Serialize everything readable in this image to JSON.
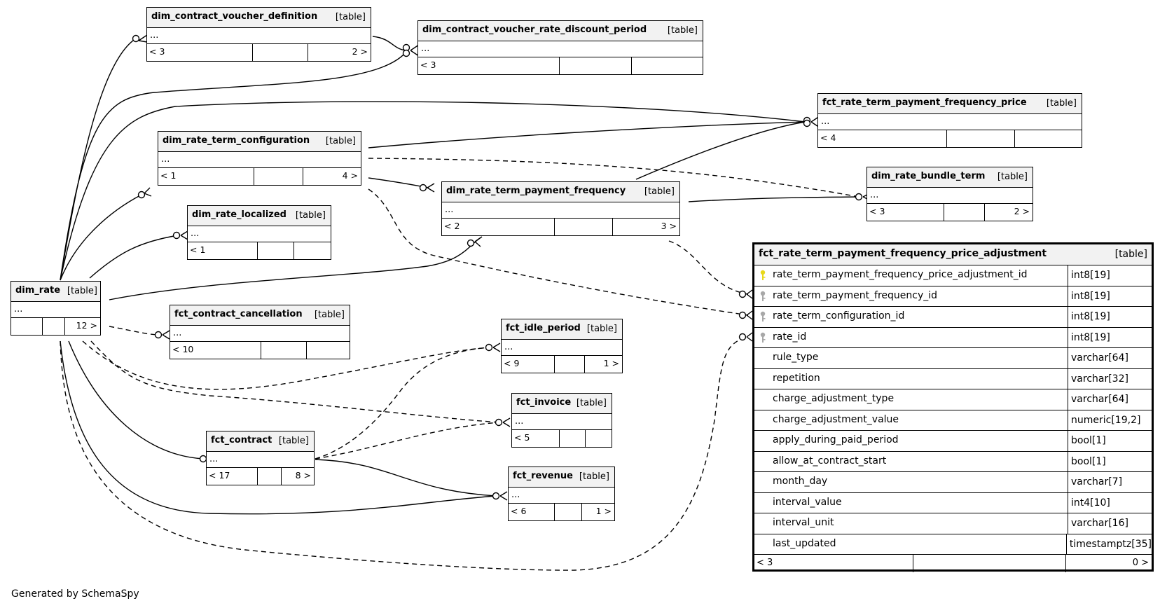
{
  "tables": {
    "dim_contract_voucher_definition": {
      "name": "dim_contract_voucher_definition",
      "kind": "[table]",
      "dots": "...",
      "parents": "< 3",
      "children": "2 >"
    },
    "dim_contract_voucher_rate_discount_period": {
      "name": "dim_contract_voucher_rate_discount_period",
      "kind": "[table]",
      "dots": "...",
      "parents": "< 3",
      "children": ""
    },
    "fct_rate_term_payment_frequency_price": {
      "name": "fct_rate_term_payment_frequency_price",
      "kind": "[table]",
      "dots": "...",
      "parents": "< 4",
      "children": ""
    },
    "dim_rate_term_configuration": {
      "name": "dim_rate_term_configuration",
      "kind": "[table]",
      "dots": "...",
      "parents": "< 1",
      "children": "4 >"
    },
    "dim_rate_term_payment_frequency": {
      "name": "dim_rate_term_payment_frequency",
      "kind": "[table]",
      "dots": "...",
      "parents": "< 2",
      "children": "3 >"
    },
    "dim_rate_bundle_term": {
      "name": "dim_rate_bundle_term",
      "kind": "[table]",
      "dots": "...",
      "parents": "< 3",
      "children": "2 >"
    },
    "dim_rate_localized": {
      "name": "dim_rate_localized",
      "kind": "[table]",
      "dots": "...",
      "parents": "< 1",
      "children": ""
    },
    "dim_rate": {
      "name": "dim_rate",
      "kind": "[table]",
      "dots": "...",
      "parents": "",
      "children": "12 >"
    },
    "fct_contract_cancellation": {
      "name": "fct_contract_cancellation",
      "kind": "[table]",
      "dots": "...",
      "parents": "< 10",
      "children": ""
    },
    "fct_idle_period": {
      "name": "fct_idle_period",
      "kind": "[table]",
      "dots": "...",
      "parents": "< 9",
      "children": "1 >"
    },
    "fct_invoice": {
      "name": "fct_invoice",
      "kind": "[table]",
      "dots": "...",
      "parents": "< 5",
      "children": ""
    },
    "fct_contract": {
      "name": "fct_contract",
      "kind": "[table]",
      "dots": "...",
      "parents": "< 17",
      "children": "8 >"
    },
    "fct_revenue": {
      "name": "fct_revenue",
      "kind": "[table]",
      "dots": "...",
      "parents": "< 6",
      "children": "1 >"
    }
  },
  "main_table": {
    "name": "fct_rate_term_payment_frequency_price_adjustment",
    "kind": "[table]",
    "columns": [
      {
        "name": "rate_term_payment_frequency_price_adjustment_id",
        "type": "int8[19]",
        "key": "primary"
      },
      {
        "name": "rate_term_payment_frequency_id",
        "type": "int8[19]",
        "key": "foreign"
      },
      {
        "name": "rate_term_configuration_id",
        "type": "int8[19]",
        "key": "foreign"
      },
      {
        "name": "rate_id",
        "type": "int8[19]",
        "key": "foreign"
      },
      {
        "name": "rule_type",
        "type": "varchar[64]",
        "key": ""
      },
      {
        "name": "repetition",
        "type": "varchar[32]",
        "key": ""
      },
      {
        "name": "charge_adjustment_type",
        "type": "varchar[64]",
        "key": ""
      },
      {
        "name": "charge_adjustment_value",
        "type": "numeric[19,2]",
        "key": ""
      },
      {
        "name": "apply_during_paid_period",
        "type": "bool[1]",
        "key": ""
      },
      {
        "name": "allow_at_contract_start",
        "type": "bool[1]",
        "key": ""
      },
      {
        "name": "month_day",
        "type": "varchar[7]",
        "key": ""
      },
      {
        "name": "interval_value",
        "type": "int4[10]",
        "key": ""
      },
      {
        "name": "interval_unit",
        "type": "varchar[16]",
        "key": ""
      },
      {
        "name": "last_updated",
        "type": "timestamptz[35]",
        "key": ""
      }
    ],
    "parents": "< 3",
    "children": "0 >"
  },
  "colors": {
    "primary_key_icon": "#e8d81a",
    "foreign_key_icon": "#a8a8a8",
    "header_bg": "#f2f2f2"
  },
  "footer": {
    "generated_by": "Generated by SchemaSpy"
  }
}
